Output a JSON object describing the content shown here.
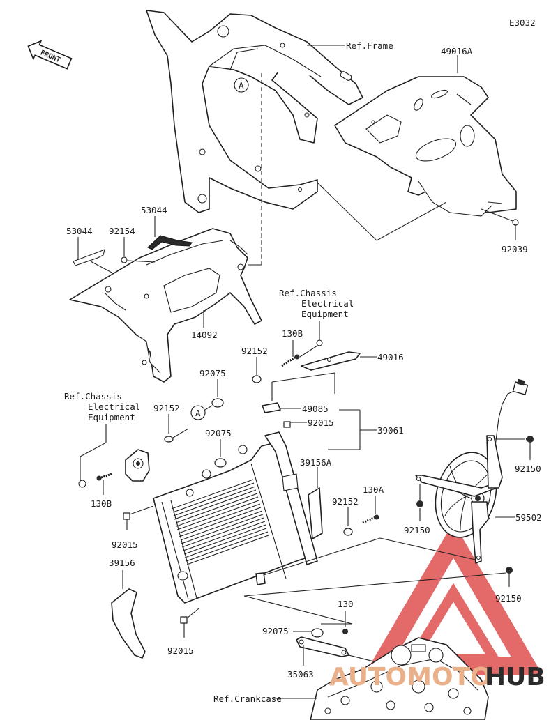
{
  "diagram": {
    "code": "E3032",
    "direction": "FRONT",
    "callout_letter": "A",
    "labels": {
      "ref_frame": "Ref.Frame",
      "p49016A": "49016A",
      "p92039": "92039",
      "p53044_left": "53044",
      "p92154": "92154",
      "p53044_top": "53044",
      "p14092": "14092",
      "ref_chassis_1a": "Ref.Chassis",
      "ref_chassis_1b": "Electrical",
      "ref_chassis_1c": "Equipment",
      "p130B_top": "130B",
      "p92152_top": "92152",
      "p49016": "49016",
      "p92075_top": "92075",
      "ref_chassis_2a": "Ref.Chassis",
      "ref_chassis_2b": "Electrical",
      "ref_chassis_2c": "Equipment",
      "p92152_left": "92152",
      "p49085": "49085",
      "p92015_top": "92015",
      "p39061": "39061",
      "p92075_mid": "92075",
      "p39156A": "39156A",
      "p130B_left": "130B",
      "p92150_top": "92150",
      "p130A": "130A",
      "p92152_mid": "92152",
      "p92015_left": "92015",
      "p92150_mid": "92150",
      "p59502": "59502",
      "p39156": "39156",
      "p92150_bot": "92150",
      "p130": "130",
      "p92075_bot": "92075",
      "p92015_bot": "92015",
      "p35063": "35063",
      "ref_crankcase": "Ref.Crankcase"
    }
  },
  "watermark": {
    "text_a": "AUTOMOTO",
    "text_b": "HUB",
    "color_red": "#e05050",
    "color_orange": "#f0a070"
  }
}
